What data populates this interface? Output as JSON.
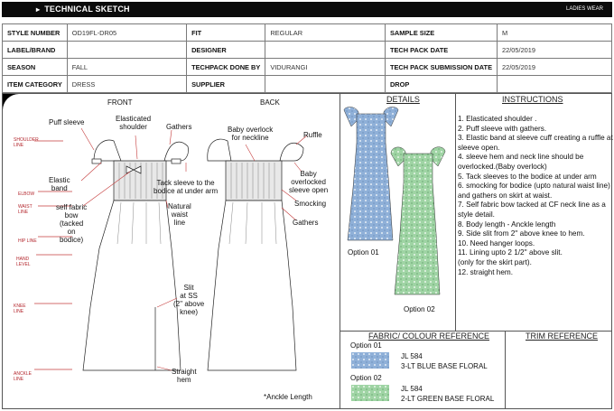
{
  "header": {
    "title": "TECHNICAL SKETCH",
    "category_tag": "LADIES WEAR"
  },
  "info": [
    [
      {
        "label": "STYLE NUMBER",
        "value": "OD19FL-DR05"
      },
      {
        "label": "FIT",
        "value": "REGULAR"
      },
      {
        "label": "SAMPLE SIZE",
        "value": "M"
      }
    ],
    [
      {
        "label": "LABEL/BRAND",
        "value": ""
      },
      {
        "label": "DESIGNER",
        "value": ""
      },
      {
        "label": "TECH PACK  DATE",
        "value": "22/05/2019"
      }
    ],
    [
      {
        "label": "SEASON",
        "value": "FALL"
      },
      {
        "label": "TECHPACK DONE BY",
        "value": "VIDURANGI"
      },
      {
        "label": "TECH PACK SUBMISSION DATE",
        "value": "22/05/2019"
      }
    ],
    [
      {
        "label": "ITEM CATEGORY",
        "value": "DRESS"
      },
      {
        "label": "SUPPLIER",
        "value": ""
      },
      {
        "label": "DROP",
        "value": ""
      }
    ]
  ],
  "sketch": {
    "front_label": "FRONT",
    "back_label": "BACK",
    "body_lines": [
      "SHOULDER LINE",
      "ELBOW",
      "WAIST LINE",
      "HIP LINE",
      "HAND LEVEL",
      "KNEE LINE",
      "ANCKLE LINE"
    ],
    "callouts": {
      "puff_sleeve": "Puff sleeve",
      "elasticated_shoulder": "Elasticated\nshoulder",
      "gathers_front": "Gathers",
      "elastic_band": "Elastic\nband",
      "self_fabric_bow": "self fabric\nbow\n(tacked\non\nbodice)",
      "tack_sleeve": "Tack sleeve to the\nbodice at under arm",
      "natural_waist": "Natural\nwaist\nline",
      "slit": "Slit\nat SS\n(2'' above\nknee)",
      "straight_hem": "Straight\nhem",
      "baby_overlock_neck": "Baby overlock\nfor neckline",
      "ruffle": "Ruffle",
      "baby_overlocked_sleeve": "Baby\noverlocked\nsleeve open",
      "smocking": "Smocking",
      "gathers_back": "Gathers",
      "ankle_length": "*Anckle  Length"
    }
  },
  "details": {
    "heading": "DETAILS",
    "option1": "Option 01",
    "option2": "Option 02"
  },
  "instructions": {
    "heading": "INSTRUCTIONS",
    "items": [
      "1. Elasticated shoulder .",
      "2. Puff sleeve with gathers.",
      "3. Elastic band at sleeve cuff creating a ruffle at sleeve open.",
      "4. sleeve hem and neck line should be overlocked.(Baby overlock)",
      "5. Tack sleeves to the bodice at under arm",
      "6. smocking for bodice (upto natural waist line) and gathers on skirt at waist.",
      "7. Self fabric bow tacked at CF neck line as a style detail.",
      "8. Body length - Anckle length",
      "9. Side slit from 2'' above knee to hem.",
      "10. Need hanger loops.",
      "11. Lining upto 2 1/2'' above slit.",
      "(only for the skirt part).",
      "12. straight hem."
    ]
  },
  "fabric": {
    "heading": "FABRIC/ COLOUR REFERENCE",
    "options": [
      {
        "option": "Option 01",
        "code": "JL 584",
        "name": "3-LT BLUE BASE FLORAL",
        "color": "#8fb0d8"
      },
      {
        "option": "Option 02",
        "code": "JL 584",
        "name": "2-LT GREEN BASE FLORAL",
        "color": "#9fd4a4"
      }
    ]
  },
  "trim": {
    "heading": "TRIM REFERENCE"
  }
}
